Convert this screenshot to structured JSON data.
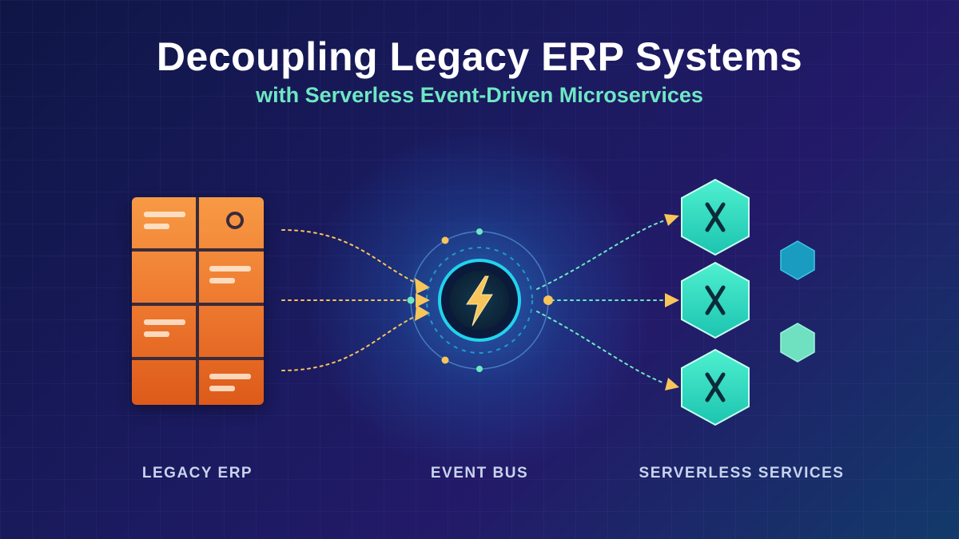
{
  "header": {
    "title": "Decoupling Legacy ERP Systems",
    "subtitle": "with Serverless Event-Driven Microservices"
  },
  "nodes": {
    "legacy_erp": {
      "label": "LEGACY ERP"
    },
    "event_bus": {
      "label": "EVENT BUS",
      "icon": "lightning-bolt-icon"
    },
    "serverless_services": {
      "label": "SERVERLESS SERVICES",
      "icon": "lambda-icon"
    }
  },
  "colors": {
    "erp": "#ee7a30",
    "accent_teal": "#6ee7c3",
    "accent_cyan": "#22d3ee",
    "connector_yellow": "#f8c55a"
  }
}
